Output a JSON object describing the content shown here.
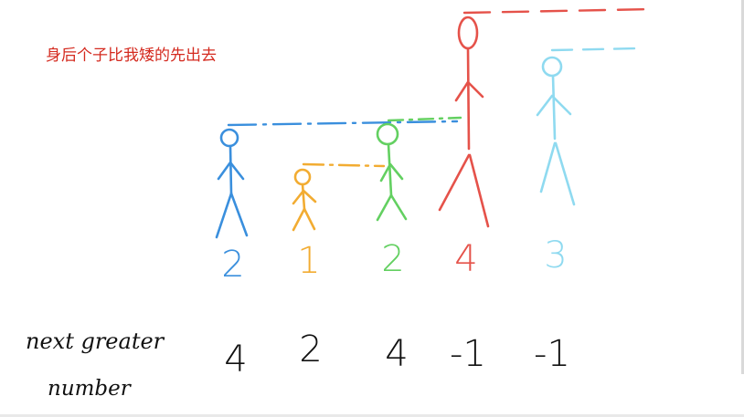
{
  "caption": "身后个子比我矮的先出去",
  "row_label": {
    "line1": "next greater",
    "line2": "number"
  },
  "colors": {
    "caption": "#d42a1f",
    "person_1": "#3a8fdd",
    "person_2": "#f2ac32",
    "person_3": "#63d061",
    "person_4": "#e5524a",
    "person_5": "#8fdaf0"
  },
  "people": [
    {
      "height": "2",
      "answer": "4",
      "color": "#3a8fdd",
      "icon": "stick-figure-icon"
    },
    {
      "height": "1",
      "answer": "2",
      "color": "#f2ac32",
      "icon": "stick-figure-icon"
    },
    {
      "height": "2",
      "answer": "4",
      "color": "#63d061",
      "icon": "stick-figure-icon"
    },
    {
      "height": "4",
      "answer": "-1",
      "color": "#e5524a",
      "icon": "stick-figure-icon"
    },
    {
      "height": "3",
      "answer": "-1",
      "color": "#8fdaf0",
      "icon": "stick-figure-icon"
    }
  ]
}
